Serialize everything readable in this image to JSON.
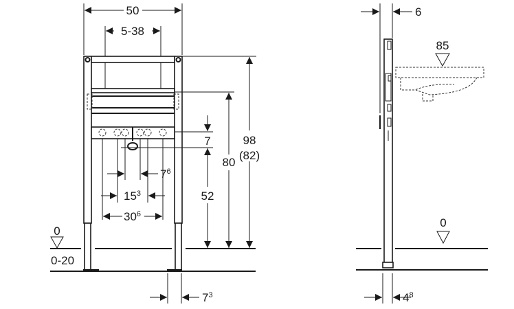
{
  "front_view": {
    "width_total": "50",
    "fixing_range": "5-38",
    "height_total": "98",
    "height_alt": "(82)",
    "height_80": "80",
    "height_52": "52",
    "gap_7": "7",
    "spacing_7_6": {
      "base": "7",
      "sup": "6"
    },
    "spacing_15_3": {
      "base": "15",
      "sup": "3"
    },
    "spacing_30_6": {
      "base": "30",
      "sup": "6"
    },
    "foot_7_3": {
      "base": "7",
      "sup": "3"
    },
    "floor_level": "0",
    "adjust_range": "0-20"
  },
  "side_view": {
    "depth_6": "6",
    "basin_height": "85",
    "floor_level": "0",
    "foot_4_8": {
      "base": "4",
      "sup": "8"
    }
  },
  "colors": {
    "line": "#1a1a1a",
    "background": "#ffffff"
  }
}
